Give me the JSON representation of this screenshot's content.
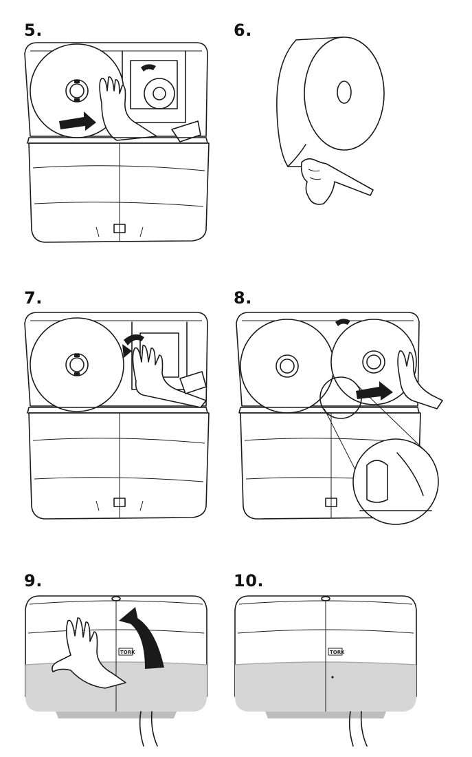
{
  "steps": [
    {
      "number": "5."
    },
    {
      "number": "6."
    },
    {
      "number": "7."
    },
    {
      "number": "8."
    },
    {
      "number": "9."
    },
    {
      "number": "10."
    }
  ],
  "logo_text": "TORK",
  "colors": {
    "line": "#1a1a1a",
    "shade": "#d6d6d6",
    "background": "#ffffff"
  }
}
